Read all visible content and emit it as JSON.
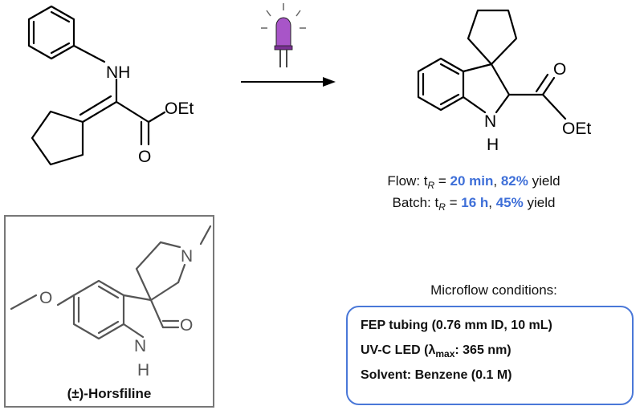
{
  "reactant": {
    "nh": "NH",
    "oet": "OEt",
    "o": "O"
  },
  "product": {
    "o": "O",
    "oet": "OEt",
    "n": "N",
    "h": "H"
  },
  "results": {
    "flow": {
      "prefix": "Flow: t",
      "sub": "R",
      "eq": " = ",
      "time": "20 min",
      "sep": ", ",
      "yield": "82%",
      "suffix": " yield"
    },
    "batch": {
      "prefix": "Batch: t",
      "sub": "R",
      "eq": " = ",
      "time": "16 h",
      "sep": ", ",
      "yield": "45%",
      "suffix": " yield"
    }
  },
  "horsfiline": {
    "n_methyl": "N",
    "o_carbonyl": "O",
    "n": "N",
    "h": "H",
    "label": "(±)-Horsfiline"
  },
  "conditions": {
    "title": "Microflow conditions:",
    "line1": "FEP tubing (0.76 mm ID, 10 mL)",
    "line2_prefix": "UV-C LED (λ",
    "line2_sub": "max",
    "line2_suffix": ": 365 nm)",
    "line3": "Solvent: Benzene (0.1 M)"
  },
  "colors": {
    "highlight": "#3e6fd8",
    "box_border": "#4a78d8",
    "led_body": "#a855c8",
    "grey_structure": "#555555"
  },
  "icons": [
    "led-icon",
    "reaction-arrow-icon"
  ]
}
